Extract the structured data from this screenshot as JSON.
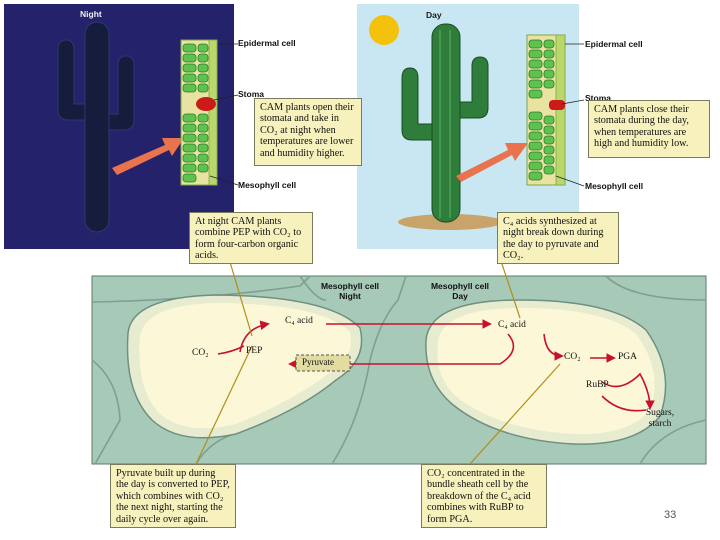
{
  "panels": {
    "night": {
      "title": "Night",
      "labels": {
        "epidermal": "Epidermal cell",
        "stoma": "Stoma",
        "mesophyll": "Mesophyll cell"
      },
      "caption": "CAM plants open their stomata and take in CO₂ at night when temperatures are lower and humidity higher."
    },
    "day": {
      "title": "Day",
      "labels": {
        "epidermal": "Epidermal cell",
        "stoma": "Stoma",
        "mesophyll": "Mesophyll cell"
      },
      "caption": "CAM plants close their stomata during the day, when temperatures are high and humidity low."
    }
  },
  "callouts": {
    "night_top": "At night CAM plants combine PEP with CO₂ to form four-carbon organic acids.",
    "day_top": "C₄ acids synthesized at night break down during the day to pyruvate and CO₂.",
    "bottom_left": "Pyruvate built up during the day is converted to PEP, which combines with CO₂ the next night, starting the daily cycle over again.",
    "bottom_right": "CO₂ concentrated in the bundle sheath cell by the breakdown of the C₄ acid combines with RuBP to form PGA."
  },
  "cells": {
    "night_header_1": "Mesophyll cell",
    "night_header_2": "Night",
    "day_header_1": "Mesophyll cell",
    "day_header_2": "Day"
  },
  "molecules": {
    "c4_acid_left": "C₄ acid",
    "co2_left": "CO₂",
    "pep": "PEP",
    "pyruvate": "Pyruvate",
    "c4_acid_right": "C₄ acid",
    "co2_right": "CO₂",
    "pga": "PGA",
    "rubp": "RuBP",
    "sugars": "Sugars, starch"
  },
  "page_number": "33",
  "colors": {
    "night_sky": "#23226a",
    "day_sky": "#c9e7f3",
    "caption_fill": "#f6f1bd",
    "cell_bg": "#a7c9b8",
    "cell_inner": "#fbf7d7",
    "arrow_red": "#c8102e",
    "pointer_orange": "#e9734d",
    "leaf_green": "#5ec24e",
    "stoma_red": "#cc1a1a"
  }
}
